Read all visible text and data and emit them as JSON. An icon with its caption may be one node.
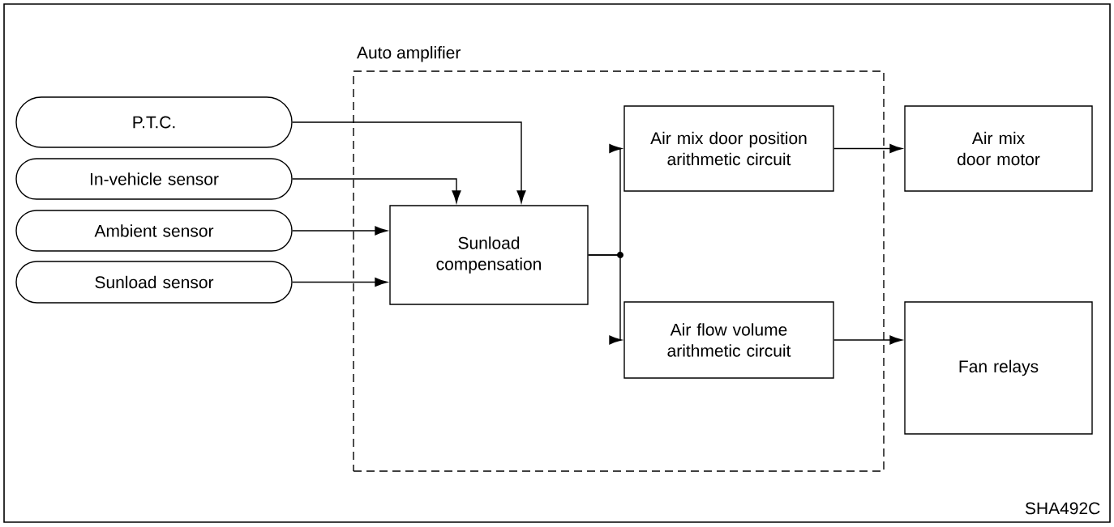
{
  "diagram": {
    "nodes": [
      {
        "text": [
          "Auto amplifier"
        ]
      },
      {
        "text": [
          "P.T.C."
        ]
      },
      {
        "text": [
          "In-vehicle sensor"
        ]
      },
      {
        "text": [
          "Ambient sensor"
        ]
      },
      {
        "text": [
          "Sunload sensor"
        ]
      },
      {
        "text": [
          "Sunload compensation"
        ],
        "in": 0
      },
      {
        "text": [
          "Air mix door position arithmetic circuit"
        ],
        "in": 0
      },
      {
        "text": [
          "Air flow volume arithmetic circuit"
        ],
        "in": 0
      },
      {
        "text": [
          "Air mix door motor"
        ]
      },
      {
        "text": [
          "Fan relays"
        ]
      }
    ],
    "edges": [
      {
        "from": 1,
        "to": 5,
        "arrow": "to"
      },
      {
        "from": 2,
        "to": 5,
        "arrow": "to"
      },
      {
        "from": 3,
        "to": 5,
        "arrow": "to"
      },
      {
        "from": 4,
        "to": 5,
        "arrow": "to"
      },
      {
        "from": 5,
        "to": 6,
        "arrow": "to"
      },
      {
        "from": 5,
        "to": 7,
        "arrow": "to"
      },
      {
        "from": 6,
        "to": 8,
        "arrow": "to"
      },
      {
        "from": 7,
        "to": 9,
        "arrow": "to"
      }
    ],
    "labels": [
      "SHA492C"
    ]
  }
}
